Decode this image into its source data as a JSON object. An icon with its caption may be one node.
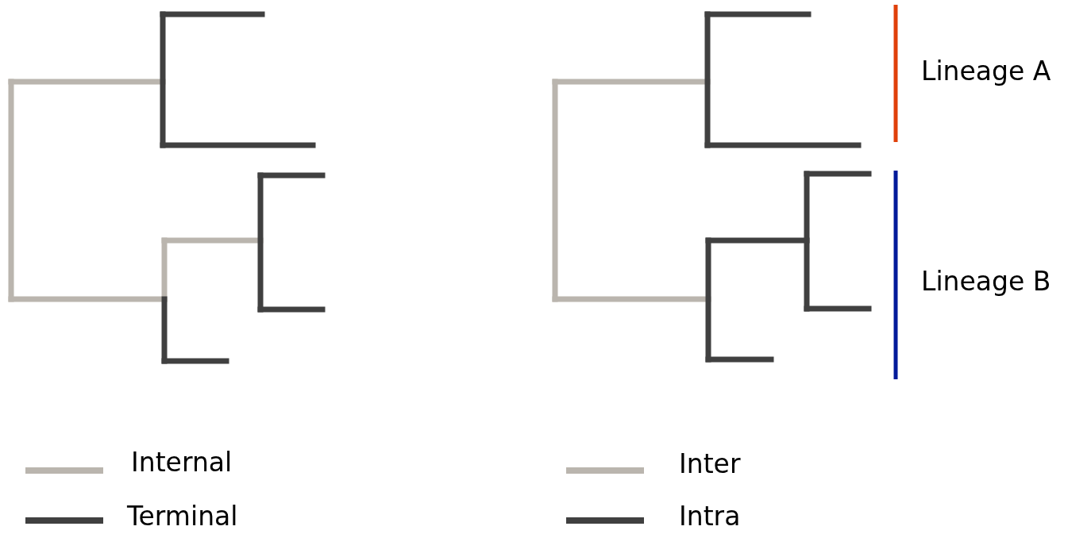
{
  "diagram": {
    "labels": [
      "Lineage A",
      "Lineage B"
    ],
    "legend": [
      {
        "text": "Internal",
        "color": "#bab5ae"
      },
      {
        "text": "Terminal",
        "color": "#404040"
      },
      {
        "text": "Inter",
        "color": "#bab5ae"
      },
      {
        "text": "Intra",
        "color": "#404040"
      }
    ]
  }
}
